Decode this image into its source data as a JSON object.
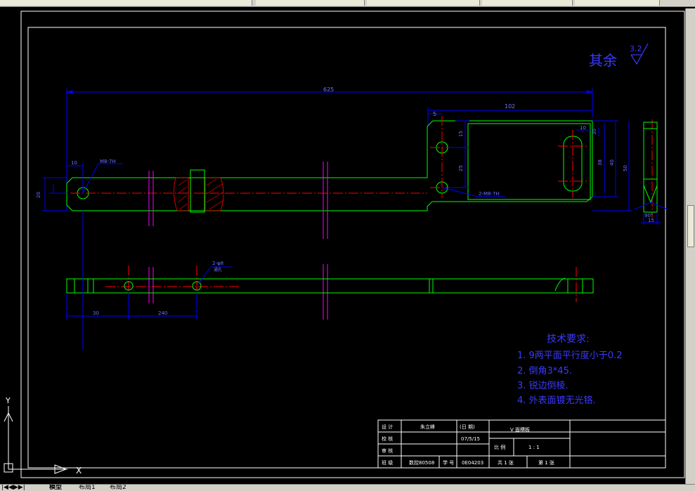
{
  "window": {
    "layout_tabs": [
      "模型",
      "布局1",
      "布局2"
    ]
  },
  "drawing": {
    "finish_note": {
      "text": "其余",
      "value": "3.2"
    },
    "dims": {
      "overall_length": "625",
      "slot_width": "102",
      "left_offset": "10",
      "hole_label_left": "M8-7H",
      "height_left": "20",
      "hole_label_right": "2-M8-7H",
      "slot_end": "10",
      "right_height_a": "38",
      "right_height_b": "40",
      "right_height_c": "50",
      "right_width": "30",
      "small_a": "5",
      "small_b": "15",
      "small_c": "25",
      "side_angle": "90°",
      "side_width": "15",
      "front_hole_label": "2-φ8",
      "front_hole_sub": "通孔",
      "front_dim_a": "30",
      "front_dim_b": "240"
    },
    "tech_requirements": {
      "title": "技术要求:",
      "items": [
        "1.  9两平面平行度小于0.2",
        "2.  倒角3*45.",
        "3.  锐边倒棱.",
        "4.  外表面镀无光铬."
      ]
    },
    "title_block": {
      "design_label": "设 计",
      "designer": "朱立峰",
      "date_label": "(日 期)",
      "check_label": "校 核",
      "date": "07/5/15",
      "review_label": "审 核",
      "class_label": "班 级",
      "class": "数控80508",
      "student_no_label": "学 号",
      "student_no": "0E04203",
      "part_name": "V 面槽板",
      "scale_label": "比 例",
      "scale": "1 : 1",
      "total_sheets": "共 1 张",
      "sheet_no": "第 1 张"
    },
    "ucs": {
      "y": "Y",
      "x": "X"
    }
  },
  "colors": {
    "outline": "#00ff00",
    "dimension": "#0000ff",
    "text_blue": "#3a3aff",
    "center": "#ff0000",
    "hidden": "#ff00ff",
    "border": "#ffffff",
    "hatch": "#ff0000",
    "dim_text": "#7070ff"
  }
}
